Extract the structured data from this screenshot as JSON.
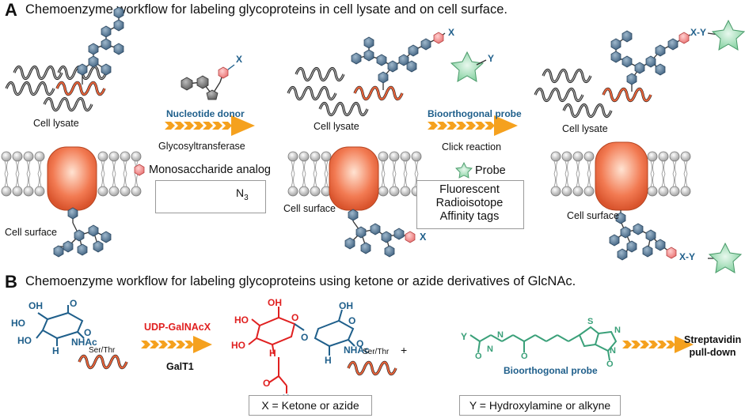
{
  "panel_a": {
    "letter": "A",
    "title": "Chemoenzyme workflow for labeling glycoproteins in cell lysate and on cell surface.",
    "cell_lysate": "Cell lysate",
    "cell_surface": "Cell surface",
    "nucleotide_donor": "Nucleotide donor",
    "glycosyltransferase": "Glycosyltransferase",
    "monosaccharide_analog": "Monosaccharide analog",
    "n3_label": "N",
    "n3_sub": "3",
    "bioorthogonal_probe": "Bioorthogonal probe",
    "click_reaction": "Click reaction",
    "probe_legend": "Probe",
    "probe_types": [
      "Fluorescent",
      "Radioisotope",
      "Affinity tags"
    ],
    "x_label": "X",
    "y_label": "Y",
    "xy_label": "X-Y"
  },
  "panel_b": {
    "letter": "B",
    "title": "Chemoenzyme workflow for labeling glycoproteins using ketone or azide derivatives of GlcNAc.",
    "udp_label": "UDP-GalNAcX",
    "enzyme_label": "GalT1",
    "ser_thr": "Ser/Thr",
    "nhac": "NHAc",
    "oh": "OH",
    "ho": "HO",
    "h": "H",
    "o": "O",
    "n": "N",
    "s": "S",
    "x": "X",
    "y": "Y",
    "plus": "+",
    "bioorthogonal_probe": "Bioorthogonal probe",
    "result": [
      "Streptavidin",
      "pull-down"
    ],
    "x_box": "X = Ketone or azide",
    "y_box": "Y = Hydroxylamine or alkyne"
  },
  "colors": {
    "glycan_blue": "#4f7391",
    "analog_pink": "#f28c8c",
    "protein_red": "#e8633a",
    "arrow_orange": "#f5a11e",
    "probe_green": "#9fd9b4",
    "chem_blue": "#1f5f8b",
    "chem_red": "#e02020",
    "chem_green": "#3aa079"
  }
}
